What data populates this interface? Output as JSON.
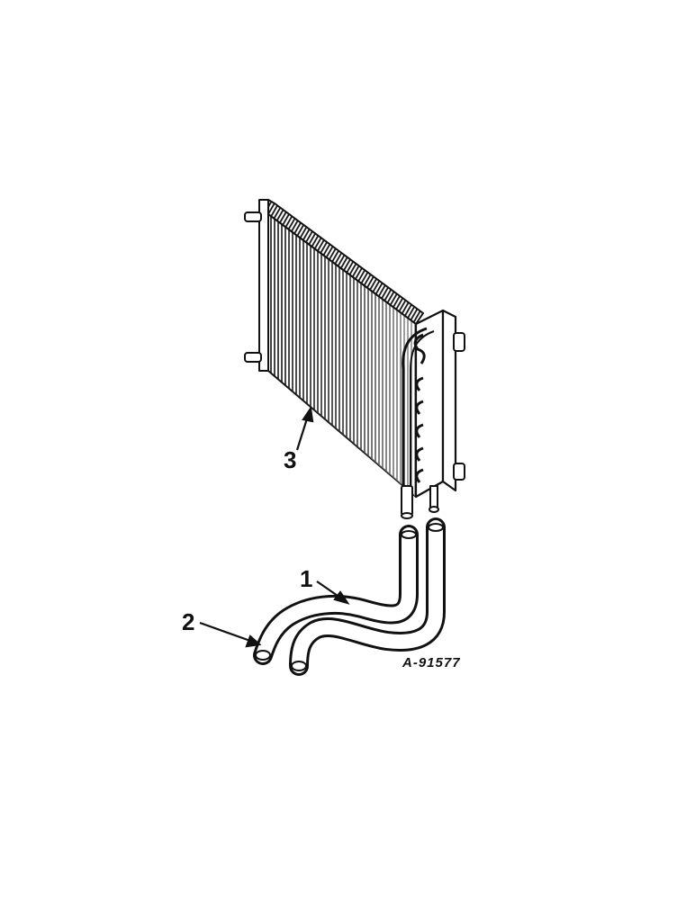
{
  "callouts": {
    "one": "1",
    "two": "2",
    "three": "3"
  },
  "figure_code": "A-91577",
  "colors": {
    "ink": "#111111",
    "paper": "#ffffff"
  }
}
